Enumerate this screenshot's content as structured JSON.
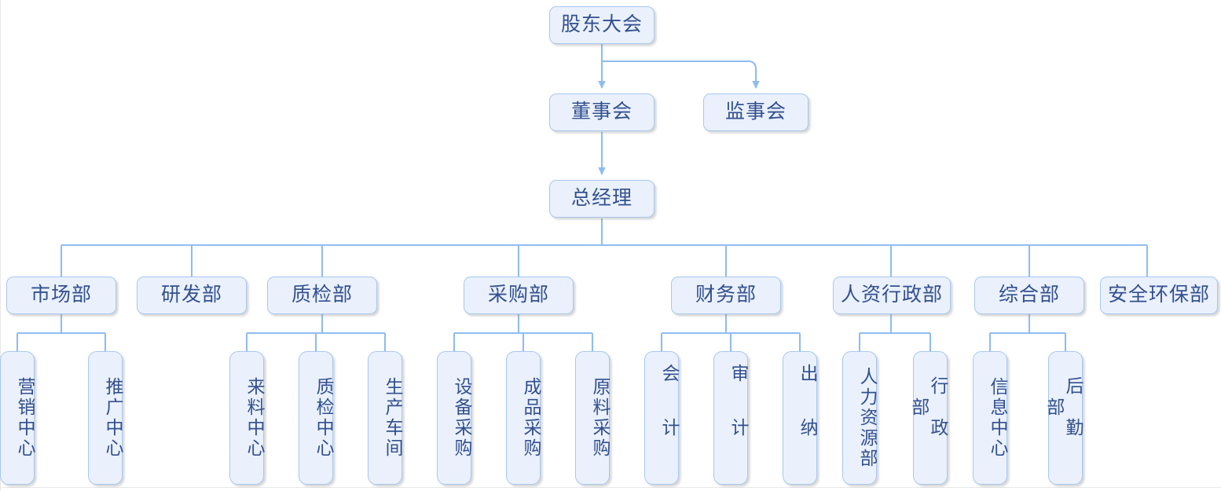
{
  "chart_data": {
    "type": "diagram",
    "diagram_kind": "organizational-chart",
    "title": "",
    "orientation": "top-down",
    "colors": {
      "node_fill": "#eaf1fd",
      "node_border": "#a6c8f2",
      "node_text": "#33508f",
      "connector": "#8fbdf0",
      "background": "#ffffff"
    },
    "nodes": [
      {
        "id": "shareholders",
        "label": "股东大会",
        "level": 0
      },
      {
        "id": "board",
        "label": "董事会",
        "level": 1
      },
      {
        "id": "supervisors",
        "label": "监事会",
        "level": 1
      },
      {
        "id": "gm",
        "label": "总经理",
        "level": 2
      },
      {
        "id": "market",
        "label": "市场部",
        "level": 3
      },
      {
        "id": "rnd",
        "label": "研发部",
        "level": 3
      },
      {
        "id": "qc",
        "label": "质检部",
        "level": 3
      },
      {
        "id": "purchase",
        "label": "采购部",
        "level": 3
      },
      {
        "id": "finance",
        "label": "财务部",
        "level": 3
      },
      {
        "id": "hr",
        "label": "人资行政部",
        "level": 3
      },
      {
        "id": "general",
        "label": "综合部",
        "level": 3
      },
      {
        "id": "safety",
        "label": "安全环保部",
        "level": 3
      },
      {
        "id": "marketing-center",
        "label": "营销中心",
        "level": 4
      },
      {
        "id": "promotion-center",
        "label": "推广中心",
        "level": 4
      },
      {
        "id": "incoming-center",
        "label": "来料中心",
        "level": 4
      },
      {
        "id": "qc-center",
        "label": "质检中心",
        "level": 4
      },
      {
        "id": "workshop",
        "label": "生产车间",
        "level": 4
      },
      {
        "id": "equip-purchase",
        "label": "设备采购",
        "level": 4
      },
      {
        "id": "product-purchase",
        "label": "成品采购",
        "level": 4
      },
      {
        "id": "material-purchase",
        "label": "原料采购",
        "level": 4
      },
      {
        "id": "accounting",
        "label": "会计",
        "level": 4
      },
      {
        "id": "audit",
        "label": "审计",
        "level": 4
      },
      {
        "id": "cashier",
        "label": "出纳",
        "level": 4
      },
      {
        "id": "hr-dept",
        "label": "人力资源部",
        "level": 4
      },
      {
        "id": "admin-dept",
        "label": "行政部",
        "level": 4
      },
      {
        "id": "info-center",
        "label": "信息中心",
        "level": 4
      },
      {
        "id": "logistics-dept",
        "label": "后勤部",
        "level": 4
      }
    ],
    "edges": [
      {
        "from": "shareholders",
        "to": "board",
        "arrow": true
      },
      {
        "from": "shareholders",
        "to": "supervisors",
        "arrow": true
      },
      {
        "from": "board",
        "to": "gm",
        "arrow": true
      },
      {
        "from": "gm",
        "to": "market",
        "arrow": false
      },
      {
        "from": "gm",
        "to": "rnd",
        "arrow": false
      },
      {
        "from": "gm",
        "to": "qc",
        "arrow": false
      },
      {
        "from": "gm",
        "to": "purchase",
        "arrow": false
      },
      {
        "from": "gm",
        "to": "finance",
        "arrow": false
      },
      {
        "from": "gm",
        "to": "hr",
        "arrow": false
      },
      {
        "from": "gm",
        "to": "general",
        "arrow": false
      },
      {
        "from": "gm",
        "to": "safety",
        "arrow": false
      },
      {
        "from": "market",
        "to": "marketing-center",
        "arrow": false
      },
      {
        "from": "market",
        "to": "promotion-center",
        "arrow": false
      },
      {
        "from": "qc",
        "to": "incoming-center",
        "arrow": false
      },
      {
        "from": "qc",
        "to": "qc-center",
        "arrow": false
      },
      {
        "from": "qc",
        "to": "workshop",
        "arrow": false
      },
      {
        "from": "purchase",
        "to": "equip-purchase",
        "arrow": false
      },
      {
        "from": "purchase",
        "to": "product-purchase",
        "arrow": false
      },
      {
        "from": "purchase",
        "to": "material-purchase",
        "arrow": false
      },
      {
        "from": "finance",
        "to": "accounting",
        "arrow": false
      },
      {
        "from": "finance",
        "to": "audit",
        "arrow": false
      },
      {
        "from": "finance",
        "to": "cashier",
        "arrow": false
      },
      {
        "from": "hr",
        "to": "hr-dept",
        "arrow": false
      },
      {
        "from": "hr",
        "to": "admin-dept",
        "arrow": false
      },
      {
        "from": "general",
        "to": "info-center",
        "arrow": false
      },
      {
        "from": "general",
        "to": "logistics-dept",
        "arrow": false
      }
    ]
  },
  "top": {
    "shareholders": "股东大会",
    "board": "董事会",
    "supervisors": "监事会",
    "gm": "总经理"
  },
  "departments": [
    {
      "label": "市场部"
    },
    {
      "label": "研发部"
    },
    {
      "label": "质检部"
    },
    {
      "label": "采购部"
    },
    {
      "label": "财务部"
    },
    {
      "label": "人资行政部"
    },
    {
      "label": "综合部"
    },
    {
      "label": "安全环保部"
    }
  ],
  "leaves": [
    {
      "label": "营销中心"
    },
    {
      "label": "推广中心"
    },
    {
      "label": "来料中心"
    },
    {
      "label": "质检中心"
    },
    {
      "label": "生产车间"
    },
    {
      "label": "设备采购"
    },
    {
      "label": "成品采购"
    },
    {
      "label": "原料采购"
    },
    {
      "label": "会计"
    },
    {
      "label": "审计"
    },
    {
      "label": "出纳"
    },
    {
      "label": "人力资源部"
    },
    {
      "label": "行政部"
    },
    {
      "label": "信息中心"
    },
    {
      "label": "后勤部"
    }
  ]
}
